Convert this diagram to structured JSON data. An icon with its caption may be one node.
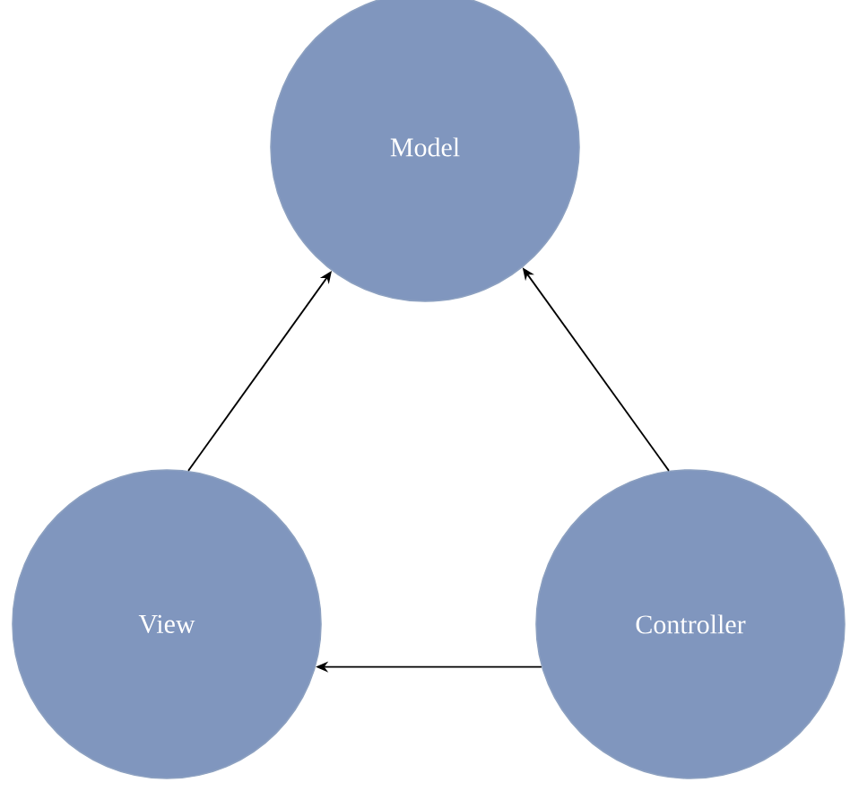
{
  "diagram": {
    "nodes": [
      {
        "text": [
          "Model"
        ]
      },
      {
        "text": [
          "View"
        ]
      },
      {
        "text": [
          "Controller"
        ]
      }
    ],
    "edges": [
      {
        "from": 1,
        "to": 0,
        "arrow": "to"
      },
      {
        "from": 2,
        "to": 0,
        "arrow": "to"
      },
      {
        "from": 2,
        "to": 1,
        "arrow": "to"
      }
    ]
  }
}
